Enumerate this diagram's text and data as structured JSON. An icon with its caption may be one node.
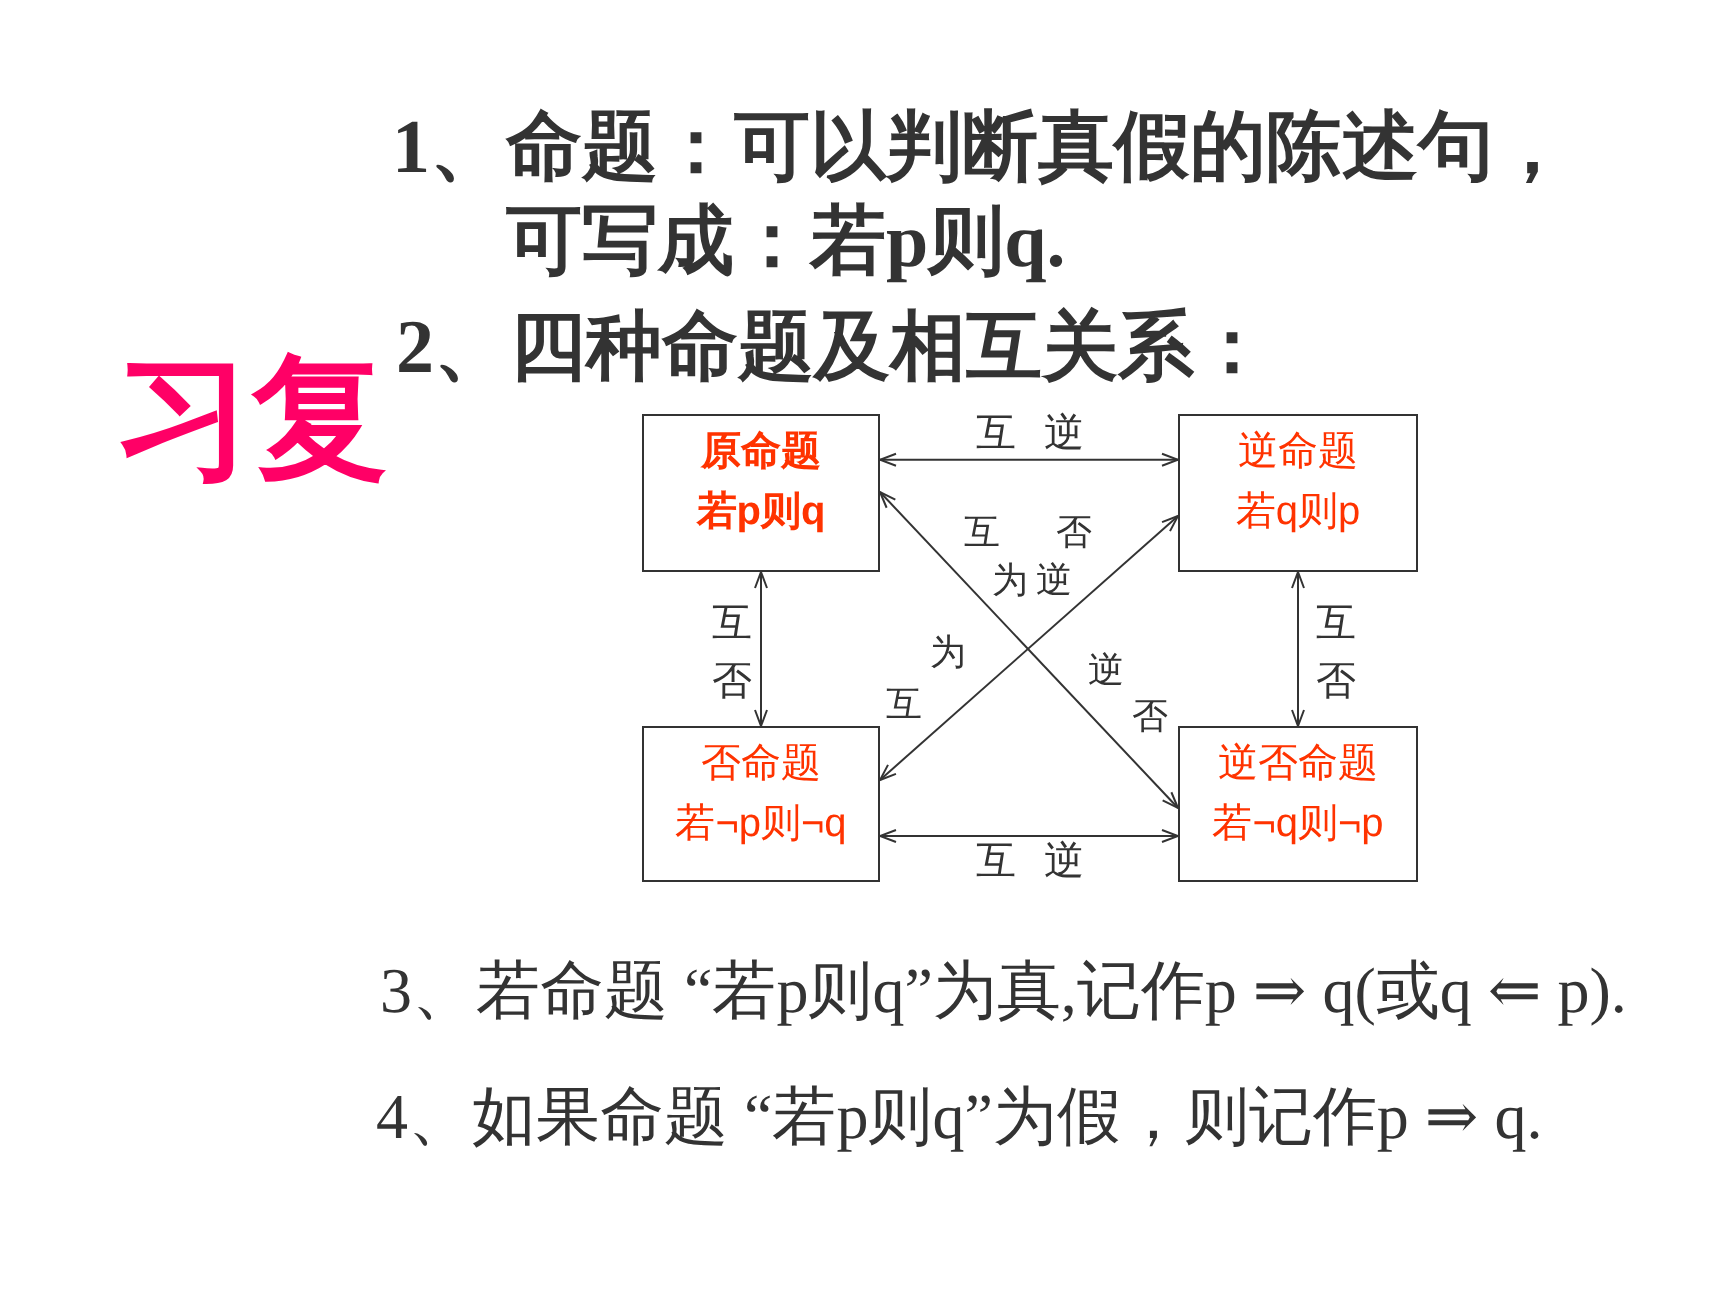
{
  "diagram": {
    "title": "习复",
    "nodes": [
      {
        "text": [
          "原命题",
          "若p则q"
        ]
      },
      {
        "text": [
          "逆命题",
          "若q则p"
        ]
      },
      {
        "text": [
          "否命题",
          "若¬p则¬q"
        ]
      },
      {
        "text": [
          "逆否命题",
          "若¬q则¬p"
        ]
      }
    ],
    "edges": [
      {
        "from": 0,
        "to": 1,
        "arrow": "both",
        "label": "互 逆"
      },
      {
        "from": 0,
        "to": 2,
        "arrow": "both",
        "label": "互否"
      },
      {
        "from": 1,
        "to": 3,
        "arrow": "both",
        "label": "互否"
      },
      {
        "from": 2,
        "to": 3,
        "arrow": "both",
        "label": "互 逆"
      },
      {
        "from": 0,
        "to": 3,
        "arrow": "both",
        "label": "互为逆否"
      },
      {
        "from": 1,
        "to": 2,
        "arrow": "both",
        "label": "互为逆否"
      }
    ],
    "labels": [
      "1、命题：可以判断真假的陈述句，可写成：若p则q.",
      "2、四种命题及相互关系：",
      "3、若命题 “若p则q”为真,记作p ⇒ q(或q ⇐ p).",
      "4、如果命题 “若p则q”为假，则记作p ⇒ q."
    ]
  }
}
